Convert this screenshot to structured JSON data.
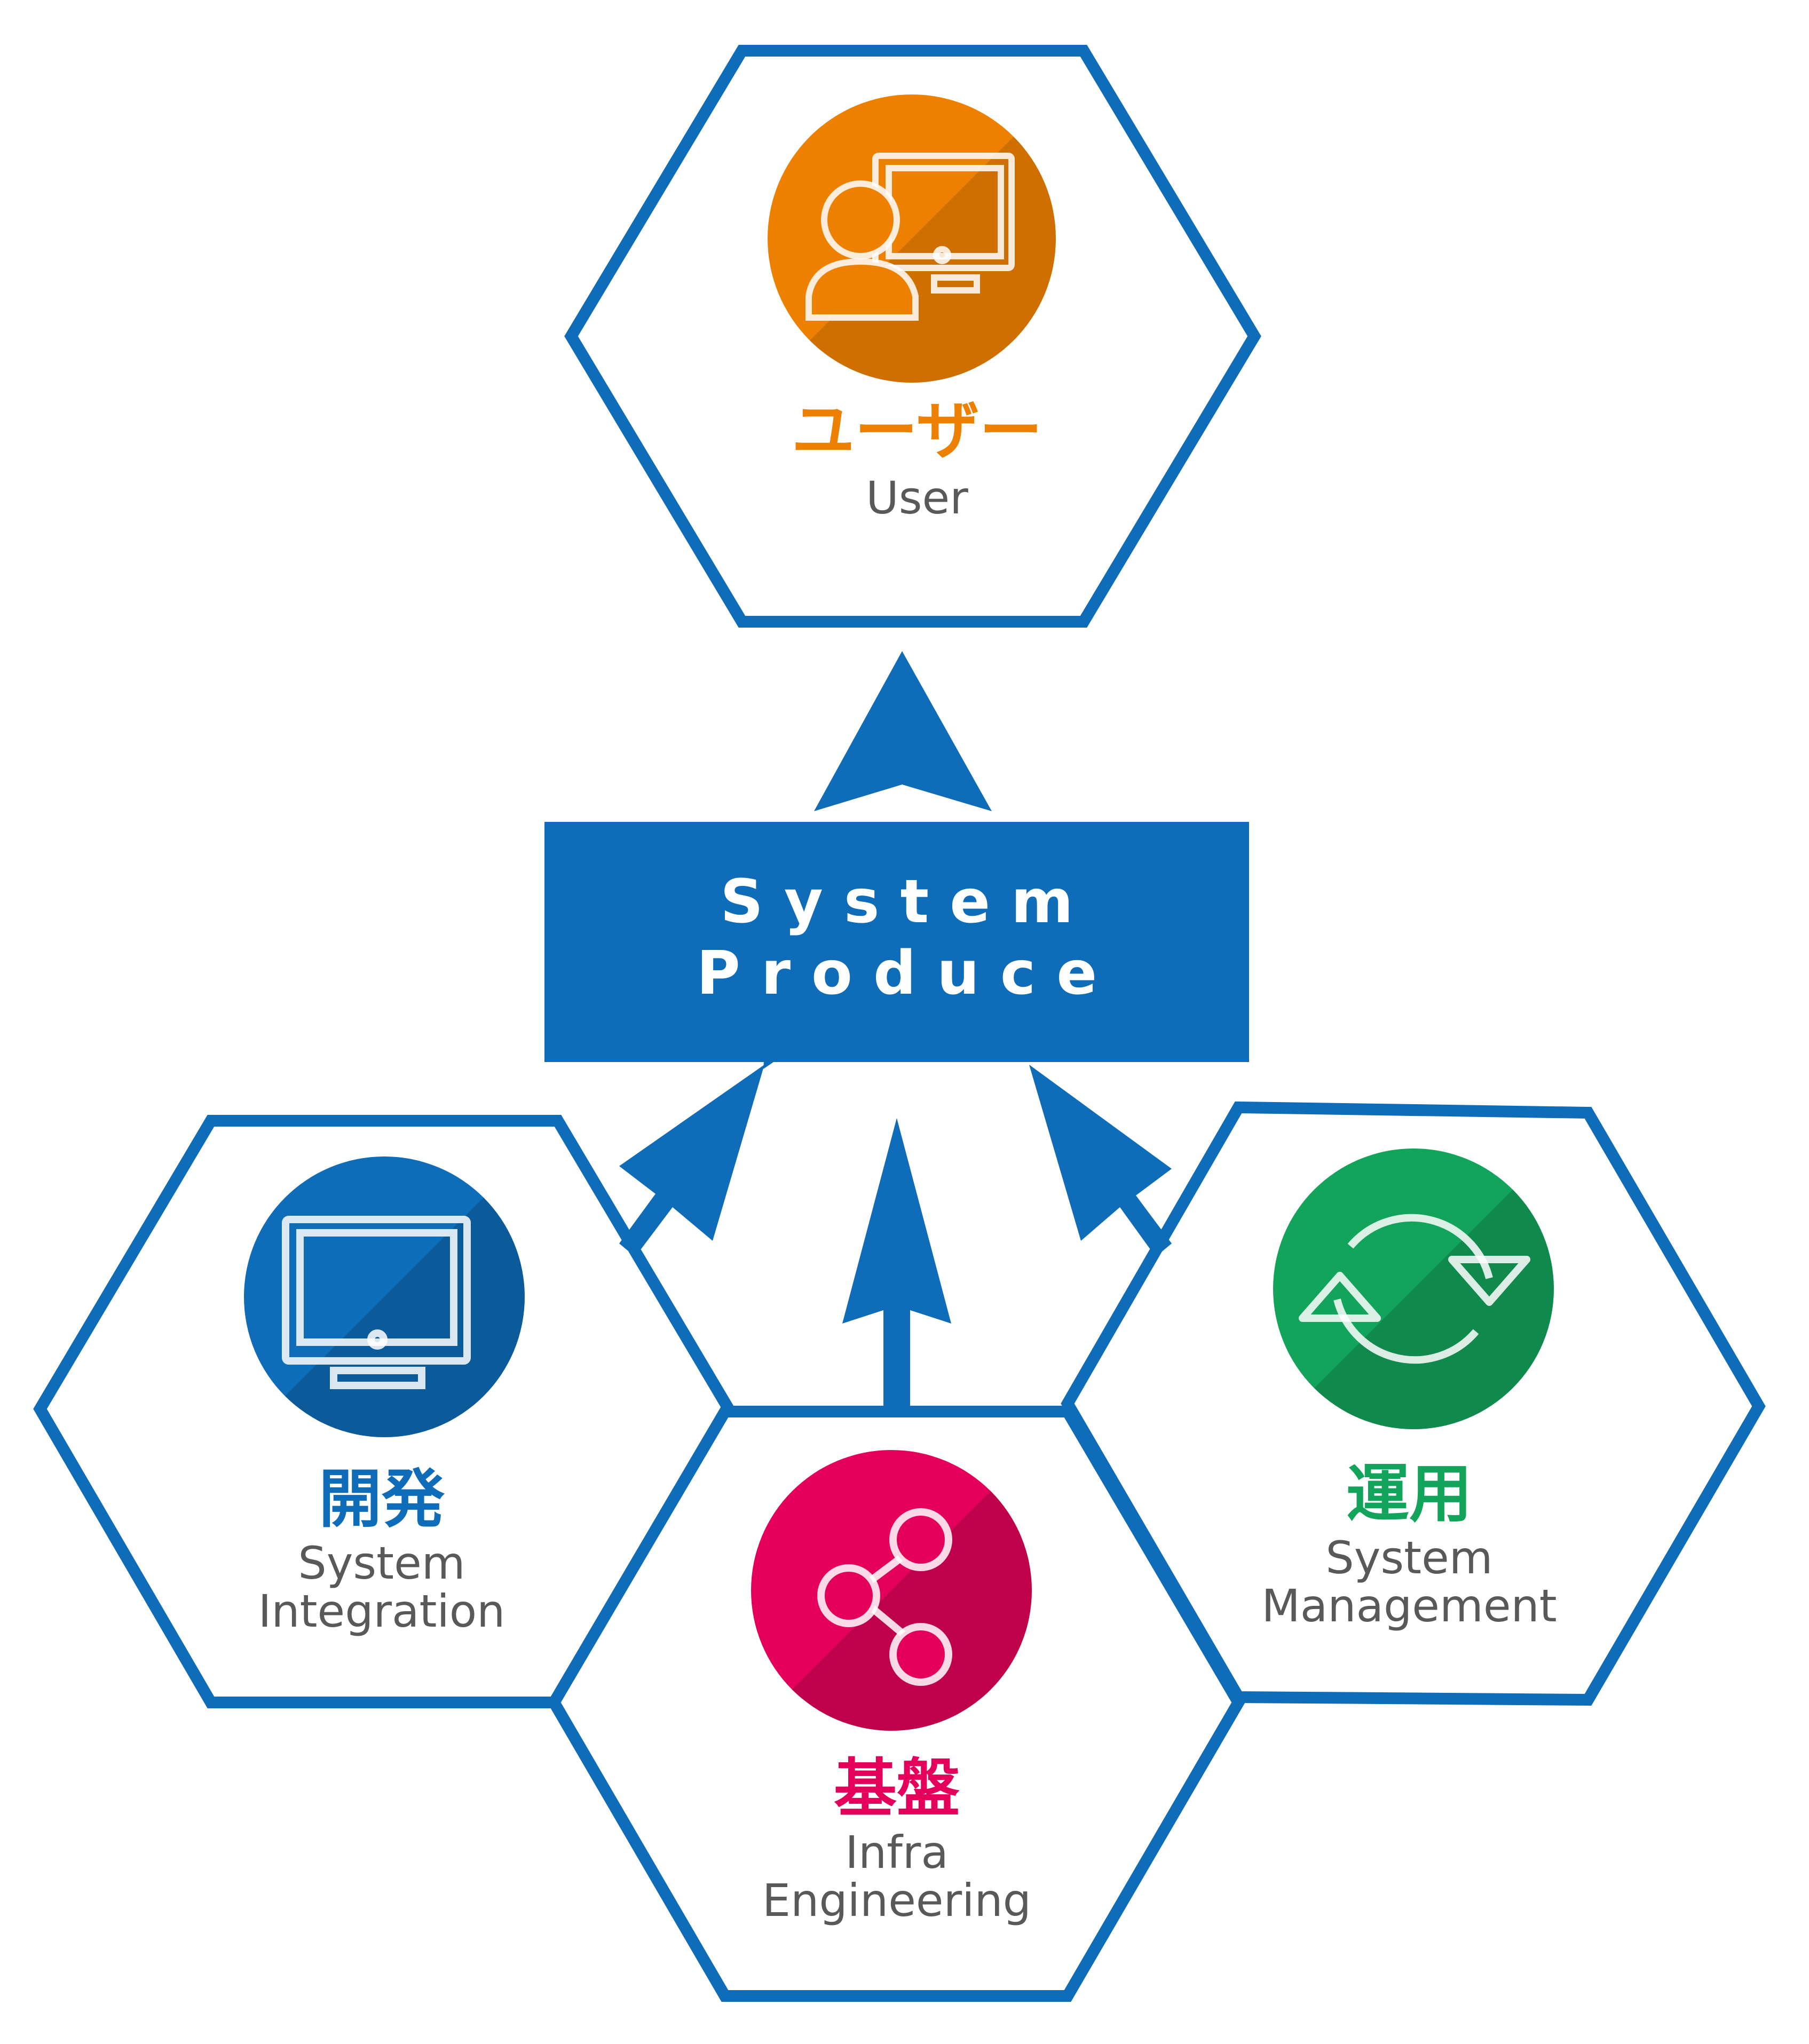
{
  "colors": {
    "frame": "#0E6CB8",
    "user": "#EE8000",
    "development": "#0E6CB8",
    "infra": "#E4005A",
    "operations": "#12A45B",
    "caption": "#595959",
    "center_box": "#0E6CB8",
    "center_text": "#FFFFFF"
  },
  "center": {
    "line1": "S y s t e m",
    "line2": "P r o d u c e"
  },
  "nodes": {
    "user": {
      "jp": "ユーザー",
      "en1": "User",
      "icon": "user-monitor-icon"
    },
    "development": {
      "jp": "開発",
      "en1": "System",
      "en2": "Integration",
      "icon": "monitor-icon"
    },
    "infra": {
      "jp": "基盤",
      "en1": "Infra",
      "en2": "Engineering",
      "icon": "share-icon"
    },
    "operations": {
      "jp": "運用",
      "en1": "System",
      "en2": "Management",
      "icon": "refresh-icon"
    }
  }
}
